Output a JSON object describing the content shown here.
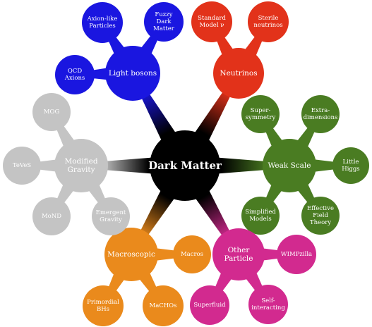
{
  "colors": {
    "center": "#000000",
    "blue": "#1a16e0",
    "red": "#e2321a",
    "green": "#4a7c22",
    "magenta": "#d22a8f",
    "orange": "#ea8a1c",
    "gray": "#c4c4c4"
  },
  "center": {
    "label": "Dark Matter"
  },
  "branches": [
    {
      "id": "light-bosons",
      "label": "Light bosons",
      "color": "blue",
      "leaves": [
        {
          "id": "axion-like-particles",
          "label": "Axion-like Particles"
        },
        {
          "id": "fuzzy-dark-matter",
          "label": "Fuzzy Dark Matter"
        },
        {
          "id": "qcd-axions",
          "label": "QCD Axions"
        }
      ]
    },
    {
      "id": "neutrinos",
      "label": "Neutrinos",
      "color": "red",
      "leaves": [
        {
          "id": "standard-model-nu",
          "label": "Standard Model ν"
        },
        {
          "id": "sterile-neutrinos",
          "label": "Sterile neutrinos"
        }
      ]
    },
    {
      "id": "weak-scale",
      "label": "Weak Scale",
      "color": "green",
      "leaves": [
        {
          "id": "supersymmetry",
          "label": "Super- symmetry"
        },
        {
          "id": "extra-dimensions",
          "label": "Extra- dimensions"
        },
        {
          "id": "little-higgs",
          "label": "Little Higgs"
        },
        {
          "id": "effective-field-theory",
          "label": "Effective Field Theory"
        },
        {
          "id": "simplified-models",
          "label": "Simplified Models"
        }
      ]
    },
    {
      "id": "other-particle",
      "label": "Other Particle",
      "color": "magenta",
      "leaves": [
        {
          "id": "wimpzilla",
          "label": "WIMPzilla"
        },
        {
          "id": "self-interacting",
          "label": "Self- interacting"
        },
        {
          "id": "superfluid",
          "label": "Superfluid"
        }
      ]
    },
    {
      "id": "macroscopic",
      "label": "Macroscopic",
      "color": "orange",
      "leaves": [
        {
          "id": "macros",
          "label": "Macros"
        },
        {
          "id": "primordial-bhs",
          "label": "Primordial BHs"
        },
        {
          "id": "machos",
          "label": "MaCHOs"
        }
      ]
    },
    {
      "id": "modified-gravity",
      "label": "Modified Gravity",
      "color": "gray",
      "leaves": [
        {
          "id": "mog",
          "label": "MOG"
        },
        {
          "id": "teves",
          "label": "TeVeS"
        },
        {
          "id": "mond",
          "label": "MoND"
        },
        {
          "id": "emergent-gravity",
          "label": "Emergent Gravity"
        }
      ]
    }
  ]
}
